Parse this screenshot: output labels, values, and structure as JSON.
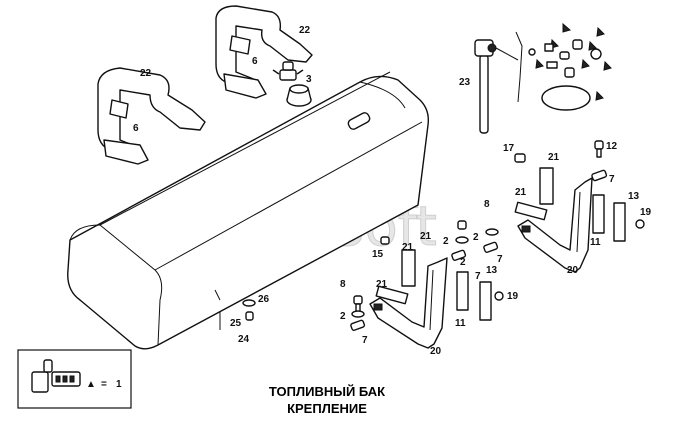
{
  "watermark": "AutoSoft",
  "title_line1": "ТОПЛИВНЫЙ БАК",
  "title_line2": "КРЕПЛЕНИЕ",
  "legend": {
    "marker": "▲",
    "equals": "=",
    "ref": "1"
  },
  "callouts": {
    "c22a": "22",
    "c6a": "6",
    "c22b": "22",
    "c6b": "6",
    "c3": "3",
    "c23": "23",
    "c17": "17",
    "c12": "12",
    "c21a": "21",
    "c21b": "21",
    "c7a": "7",
    "c13a": "13",
    "c8a": "8",
    "c2a": "2",
    "c21c": "21",
    "c2b": "2",
    "c7b": "7",
    "c11a": "11",
    "c19a": "19",
    "c20a": "20",
    "c15": "15",
    "c21d": "21",
    "c21e": "21",
    "c2c": "2",
    "c7c": "7",
    "c13b": "13",
    "c8b": "8",
    "c2d": "2",
    "c7d": "7",
    "c11b": "11",
    "c19b": "19",
    "c20b": "20",
    "c26": "26",
    "c25": "25",
    "c24": "24"
  },
  "icons": [
    "fuel-tank-icon",
    "strap-bracket-icon",
    "filler-cap-icon",
    "sender-tube-icon",
    "rubber-pad-icon",
    "bolt-icon",
    "support-bracket-icon",
    "kit-icon"
  ]
}
